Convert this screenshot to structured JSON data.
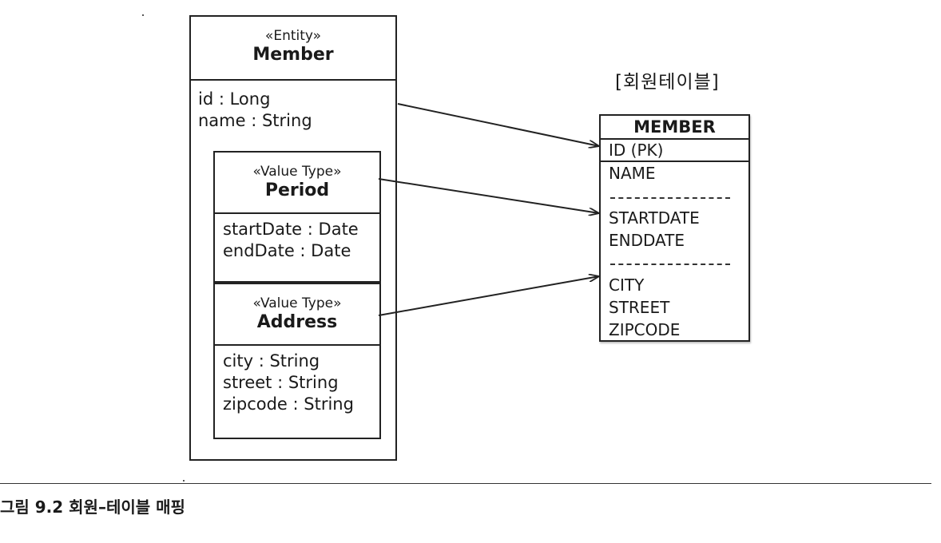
{
  "entity": {
    "stereotype": "«Entity»",
    "name": "Member",
    "attributes": [
      "id : Long",
      "name : String"
    ]
  },
  "value_types": [
    {
      "stereotype": "«Value Type»",
      "name": "Period",
      "attributes": [
        "startDate : Date",
        "endDate : Date"
      ]
    },
    {
      "stereotype": "«Value Type»",
      "name": "Address",
      "attributes": [
        "city : String",
        "street : String",
        "zipcode : String"
      ]
    }
  ],
  "table": {
    "title": "[회원테이블]",
    "name": "MEMBER",
    "pk": "ID (PK)",
    "columns": [
      "NAME",
      "STARTDATE",
      "ENDDATE",
      "CITY",
      "STREET",
      "ZIPCODE"
    ]
  },
  "caption": "그림 9.2 회원–테이블 매핑"
}
